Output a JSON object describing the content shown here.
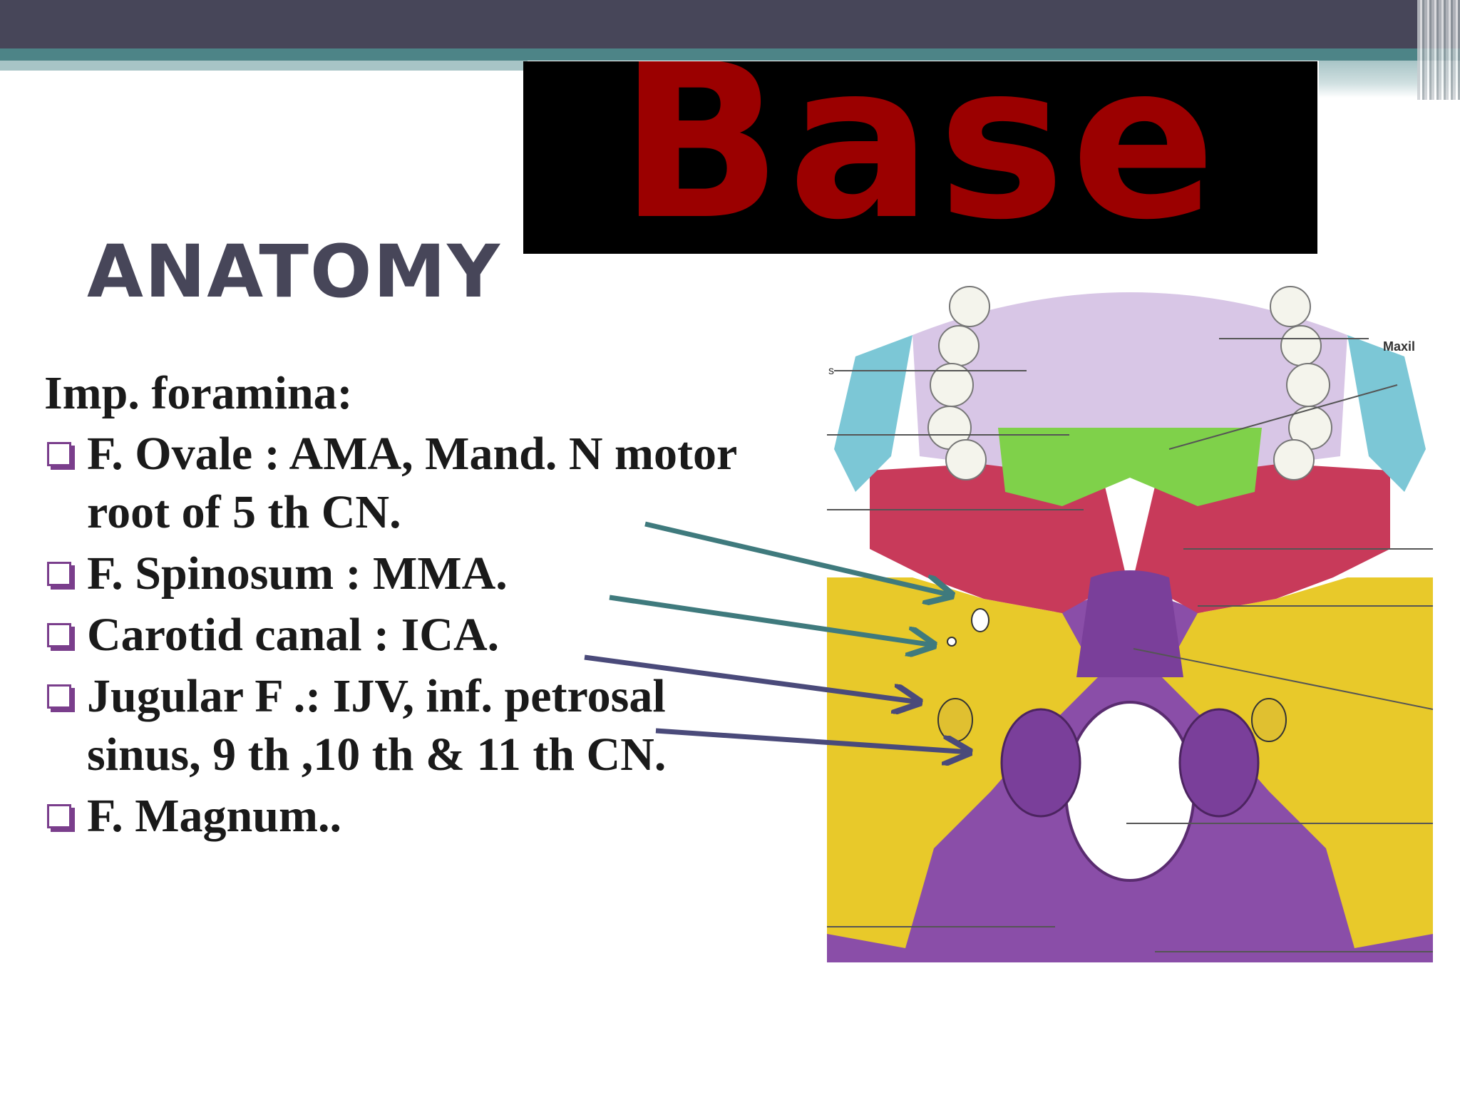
{
  "banner": {
    "text": "Base",
    "text_color": "#9b0000",
    "background": "#000000"
  },
  "title": "ANATOMY",
  "content": {
    "intro": "Imp. foramina:",
    "items": [
      {
        "text": "F. Ovale : AMA, Mand. N motor root of 5 th CN."
      },
      {
        "text": "F. Spinosum : MMA."
      },
      {
        "text": "Carotid canal : ICA."
      },
      {
        "text": "Jugular F .: IJV, inf. petrosal sinus, 9 th ,10 th & 11 th CN."
      },
      {
        "text": "F. Magnum.."
      }
    ]
  },
  "figure": {
    "label_right": "Maxil",
    "label_left": "s"
  },
  "colors": {
    "header_bar": "#474659",
    "accent_teal": "#4d8487",
    "bullet": "#7a3e8c",
    "arrow_teal": "#3f7a7d",
    "arrow_purple": "#4a4a7a"
  }
}
